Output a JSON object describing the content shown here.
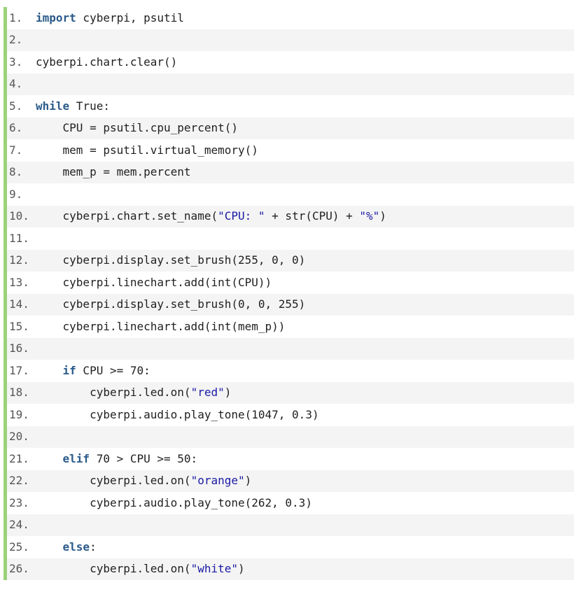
{
  "colors": {
    "gutter_bar": "#9ad27a",
    "alt_row": "#f4f4f4",
    "keyword": "#2a5a8a",
    "string": "#1a1aa6",
    "text": "#1f1f1f",
    "line_number": "#555555"
  },
  "lines": [
    {
      "num": "1.",
      "tokens": [
        {
          "t": "kw",
          "v": "import"
        },
        {
          "t": "plain",
          "v": " cyberpi, psutil"
        }
      ]
    },
    {
      "num": "2.",
      "tokens": []
    },
    {
      "num": "3.",
      "tokens": [
        {
          "t": "plain",
          "v": "cyberpi.chart.clear()"
        }
      ]
    },
    {
      "num": "4.",
      "tokens": []
    },
    {
      "num": "5.",
      "tokens": [
        {
          "t": "kw",
          "v": "while"
        },
        {
          "t": "plain",
          "v": " True:"
        }
      ]
    },
    {
      "num": "6.",
      "tokens": [
        {
          "t": "plain",
          "v": "    CPU = psutil.cpu_percent()"
        }
      ]
    },
    {
      "num": "7.",
      "tokens": [
        {
          "t": "plain",
          "v": "    mem = psutil.virtual_memory()"
        }
      ]
    },
    {
      "num": "8.",
      "tokens": [
        {
          "t": "plain",
          "v": "    mem_p = mem.percent"
        }
      ]
    },
    {
      "num": "9.",
      "tokens": []
    },
    {
      "num": "10.",
      "tokens": [
        {
          "t": "plain",
          "v": "    cyberpi.chart.set_name("
        },
        {
          "t": "str",
          "v": "\"CPU: \""
        },
        {
          "t": "plain",
          "v": " + str(CPU) + "
        },
        {
          "t": "str",
          "v": "\"%\""
        },
        {
          "t": "plain",
          "v": ")"
        }
      ]
    },
    {
      "num": "11.",
      "tokens": []
    },
    {
      "num": "12.",
      "tokens": [
        {
          "t": "plain",
          "v": "    cyberpi.display.set_brush(255, 0, 0)"
        }
      ]
    },
    {
      "num": "13.",
      "tokens": [
        {
          "t": "plain",
          "v": "    cyberpi.linechart.add(int(CPU))"
        }
      ]
    },
    {
      "num": "14.",
      "tokens": [
        {
          "t": "plain",
          "v": "    cyberpi.display.set_brush(0, 0, 255)"
        }
      ]
    },
    {
      "num": "15.",
      "tokens": [
        {
          "t": "plain",
          "v": "    cyberpi.linechart.add(int(mem_p))"
        }
      ]
    },
    {
      "num": "16.",
      "tokens": []
    },
    {
      "num": "17.",
      "tokens": [
        {
          "t": "plain",
          "v": "    "
        },
        {
          "t": "kw",
          "v": "if"
        },
        {
          "t": "plain",
          "v": " CPU >= 70:"
        }
      ]
    },
    {
      "num": "18.",
      "tokens": [
        {
          "t": "plain",
          "v": "        cyberpi.led.on("
        },
        {
          "t": "str",
          "v": "\"red\""
        },
        {
          "t": "plain",
          "v": ")"
        }
      ]
    },
    {
      "num": "19.",
      "tokens": [
        {
          "t": "plain",
          "v": "        cyberpi.audio.play_tone(1047, 0.3)"
        }
      ]
    },
    {
      "num": "20.",
      "tokens": []
    },
    {
      "num": "21.",
      "tokens": [
        {
          "t": "plain",
          "v": "    "
        },
        {
          "t": "kw",
          "v": "elif"
        },
        {
          "t": "plain",
          "v": " 70 > CPU >= 50:"
        }
      ]
    },
    {
      "num": "22.",
      "tokens": [
        {
          "t": "plain",
          "v": "        cyberpi.led.on("
        },
        {
          "t": "str",
          "v": "\"orange\""
        },
        {
          "t": "plain",
          "v": ")"
        }
      ]
    },
    {
      "num": "23.",
      "tokens": [
        {
          "t": "plain",
          "v": "        cyberpi.audio.play_tone(262, 0.3)"
        }
      ]
    },
    {
      "num": "24.",
      "tokens": []
    },
    {
      "num": "25.",
      "tokens": [
        {
          "t": "plain",
          "v": "    "
        },
        {
          "t": "kw",
          "v": "else"
        },
        {
          "t": "plain",
          "v": ":"
        }
      ]
    },
    {
      "num": "26.",
      "tokens": [
        {
          "t": "plain",
          "v": "        cyberpi.led.on("
        },
        {
          "t": "str",
          "v": "\"white\""
        },
        {
          "t": "plain",
          "v": ")"
        }
      ]
    }
  ]
}
